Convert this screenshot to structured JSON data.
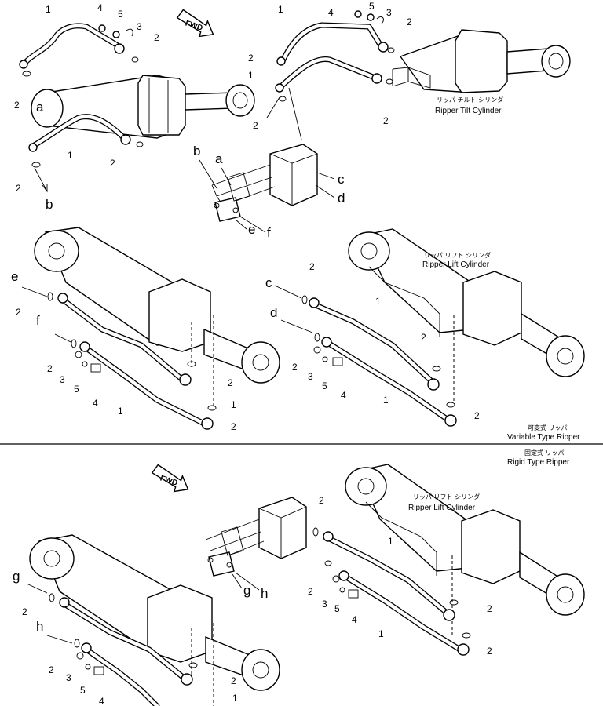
{
  "labels": {
    "fwd": "FWD",
    "n1": "1",
    "n2": "2",
    "n3": "3",
    "n4": "4",
    "n5": "5",
    "a": "a",
    "b": "b",
    "c": "c",
    "d": "d",
    "e": "e",
    "f": "f",
    "g": "g",
    "h": "h"
  },
  "captions": {
    "ripper_tilt_jp": "リッパ チルト シリンダ",
    "ripper_tilt": "Ripper Tilt Cylinder",
    "ripper_lift_jp": "リッパ リフト シリンダ",
    "ripper_lift": "Ripper Lift Cylinder",
    "variable_jp": "可変式 リッパ",
    "variable": "Variable Type Ripper",
    "rigid_jp": "固定式 リッパ",
    "rigid": "Rigid Type Ripper"
  }
}
